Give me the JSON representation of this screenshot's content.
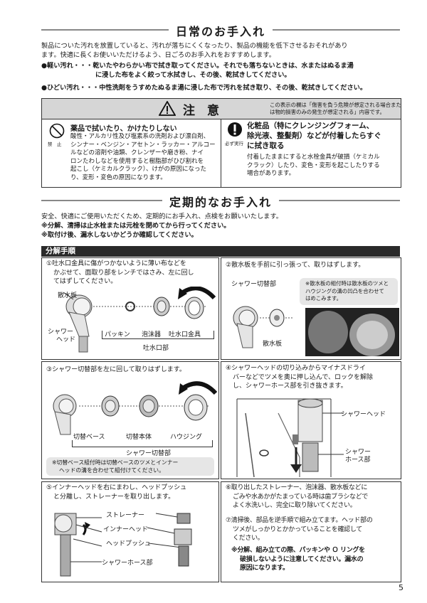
{
  "daily": {
    "title": "日常のお手入れ",
    "intro1": "製品についた汚れを放置していると、汚れが落ちにくくなったり、製品の機能を低下させるおそれがあり",
    "intro2": "ます。快適に長くお使いいただけるよう、日ごろのお手入れをおすすめします。",
    "light1": "●軽い汚れ・・・乾いたやわらかい布で拭き取ってください。それでも落ちないときは、水またはぬるま湯",
    "light2": "に浸した布をよく絞って水拭きし、その後、乾拭きしてください。",
    "heavy": "●ひどい汚れ・・・中性洗剤をうすめたぬるま湯に浸した布で汚れを拭き取り、その後、乾拭きしてください。"
  },
  "caution": {
    "title": "注　意",
    "note1": "この表示の欄は「傷害を負う危険が想定される場合また",
    "note2": "は物的損害のみの発生が想定される」内容です。",
    "prohibit_label": "禁　止",
    "left_title": "薬品で拭いたり、かけたりしない",
    "left_lines": [
      "酸性・アルカリ性及び塩素系の洗剤および漂白剤、",
      "シンナー・ベンジン・アセトン・ラッカー・アルコー",
      "ルなどの溶剤や油類、クレンザーや磨き粉、ナイ",
      "ロンたわしなどを使用すると樹脂部がひび割れを",
      "起こし（ケミカルクラック）、けがの原因になった",
      "り、変形・変色の原因になります。"
    ],
    "must_label": "必ず実行",
    "right_title_lines": [
      "化粧品（特にクレンジングフォーム、",
      "除光液、整髪剤）などが付着したらすぐ",
      "に拭き取る"
    ],
    "right_lines": [
      "付着したままにすると水栓金具が破損（ケミカル",
      "クラック）したり、変色・変形を起こしたりする",
      "場合があります。"
    ]
  },
  "periodic": {
    "title": "定期的なお手入れ",
    "line1": "安全、快適にご使用いただくため、定期的にお手入れ、点検をお願いいたします。",
    "line2": "※分解、清掃は止水栓または元栓を閉めてから行ってください。",
    "line3": "※取付け後、漏水しないかどうか確認してください。"
  },
  "procedure": {
    "header": "分解手順",
    "s1": [
      "①吐水口金具に傷がつかないように薄い布などを",
      "かぶせて、面取り部をレンチではさみ、左に回し",
      "てはずしてください。"
    ],
    "s1_labels": {
      "sanshui": "散水板",
      "shower_head": "シャワー",
      "shower_head2": "ヘッド",
      "packing": "パッキン",
      "aerator": "泡沫器",
      "spout_fitting": "吐水口金具",
      "spout_part": "吐水口部"
    },
    "s2": "②散水板を手前に引っ張って、取りはずします。",
    "s2_labels": {
      "switch": "シャワー切替部",
      "sanshui": "散水板"
    },
    "s2_note": [
      "※散水板の組付時は散水板のツメと",
      "ハウジングの溝の凹凸を合わせて",
      "はめこみます。"
    ],
    "s3": "③シャワー切替部を左に回して取りはずします。",
    "s3_labels": {
      "base": "切替ベース",
      "body": "切替本体",
      "housing": "ハウジング",
      "switch_part": "シャワー切替部"
    },
    "s3_note": [
      "※切替ベース組付時は切替ベースのツメとインナー",
      "ヘッドの溝を合わせて組付けてください。"
    ],
    "s4": [
      "④シャワーヘッドの切り込みからマイナスドライ",
      "バーなどでツメを奥に押し込んで、ロックを解除",
      "し、シャワーホース部を引き抜きます。"
    ],
    "s4_labels": {
      "shower_head": "シャワーヘッド",
      "hose1": "シャワー",
      "hose2": "ホース部"
    },
    "s5": [
      "⑤インナーヘッドを右にまわし、ヘッドプッシュ",
      "と分離し、ストレーナーを取り出します。"
    ],
    "s5_labels": {
      "strainer": "ストレーナー",
      "inner": "インナーヘッド",
      "push": "ヘッドプッシュ",
      "hose": "シャワーホース部"
    },
    "s6": [
      "⑥取り出したストレーナー、泡沫器、散水板などに",
      "ごみや水あかがたまっている時は歯ブラシなどで",
      "よく水洗いし、完全に取り除いてください。"
    ],
    "s7": [
      "⑦清掃後、部品を逆手順で組み立てます。ヘッド部の",
      "ツメがしっかりとかかっていることを確認して",
      "ください。"
    ],
    "s7_warn": [
      "※分解、組み立ての際、パッキンや Ｏ リングを",
      "破損しないように注意してください。漏水の",
      "原因になります。"
    ]
  },
  "page_number": "5"
}
